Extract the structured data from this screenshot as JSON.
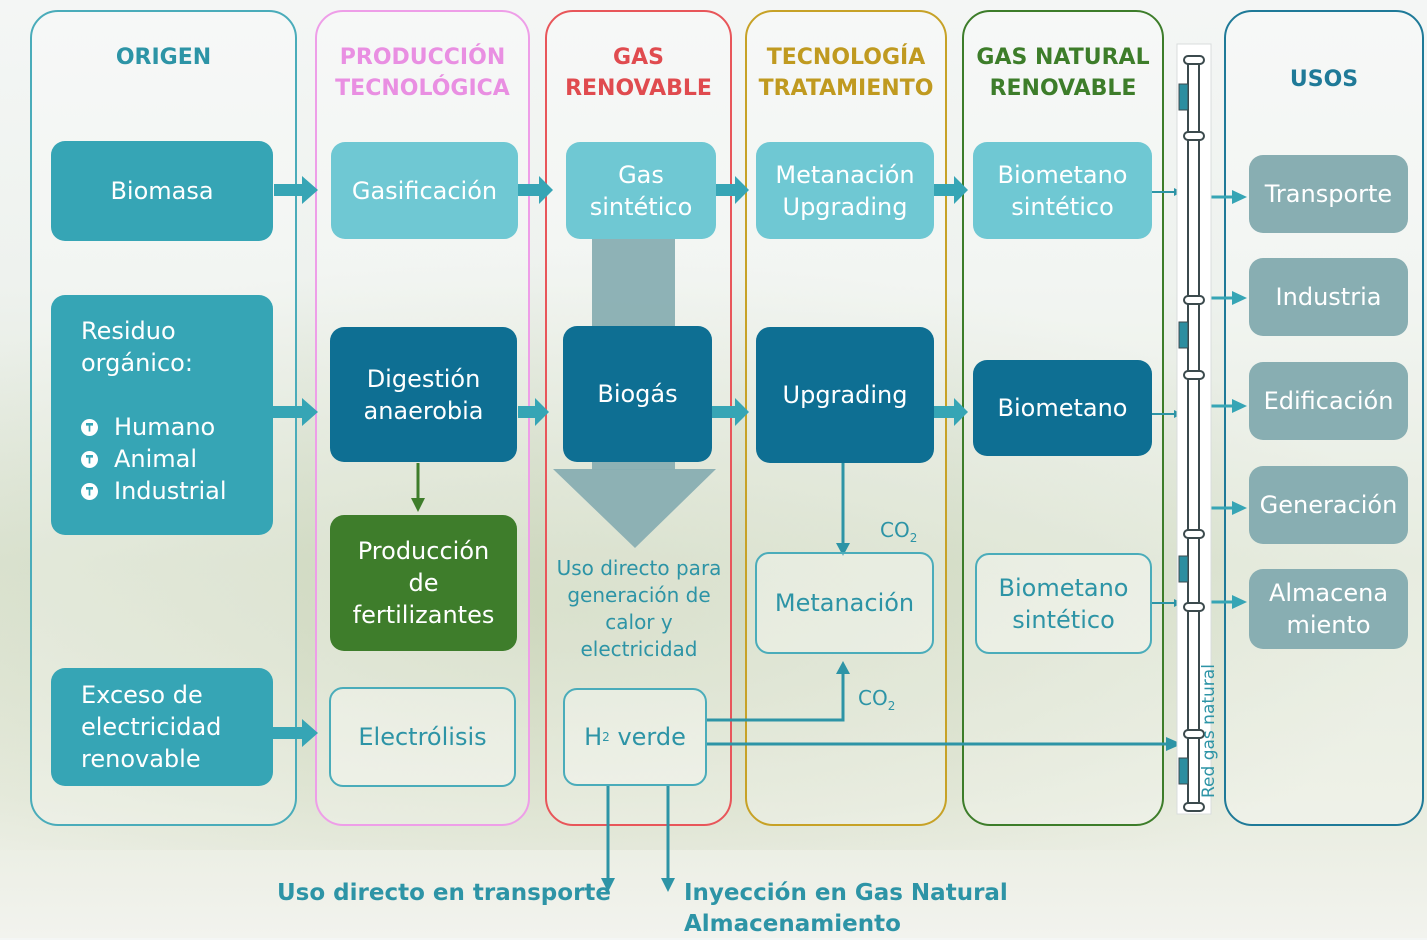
{
  "columns": {
    "origen": "ORIGEN",
    "produccion": [
      "PRODUCCIÓN",
      "TECNOLÓGICA"
    ],
    "gas_renovable": [
      "GAS",
      "RENOVABLE"
    ],
    "tecnologia": [
      "TECNOLOGÍA",
      "TRATAMIENTO"
    ],
    "gas_natural": [
      "GAS NATURAL",
      "RENOVABLE"
    ],
    "usos": "USOS"
  },
  "origen": {
    "biomasa": "Biomasa",
    "residuo": [
      "Residuo",
      "orgánico:"
    ],
    "residuo_items": [
      "Humano",
      "Animal",
      "Industrial"
    ],
    "exceso": [
      "Exceso de",
      "electricidad",
      "renovable"
    ]
  },
  "produccion": {
    "gasificacion": "Gasificación",
    "digestion": [
      "Digestión",
      "anaerobia"
    ],
    "fertilizantes": [
      "Producción",
      "de",
      "fertilizantes"
    ],
    "electrolisis": "Electrólisis"
  },
  "gas_renovable": {
    "gas_sintetico": [
      "Gas",
      "sintético"
    ],
    "biogas": "Biogás",
    "uso_directo": [
      "Uso directo para",
      "generación de",
      "calor y",
      "electricidad"
    ],
    "h2_prefix": "H",
    "h2_sub": "2",
    "h2_suffix": " verde"
  },
  "tecnologia": {
    "metanacion_upgrading": [
      "Metanación",
      "Upgrading"
    ],
    "upgrading": "Upgrading",
    "metanacion": "Metanación",
    "co2_top": "CO",
    "co2_bottom": "CO",
    "co2_sub": "2"
  },
  "gas_natural": {
    "biometano_sintetico_1": [
      "Biometano",
      "sintético"
    ],
    "biometano": "Biometano",
    "biometano_sintetico_2": [
      "Biometano",
      "sintético"
    ]
  },
  "red_gas": "Red gas natural",
  "usos": [
    "Transporte",
    "Industria",
    "Edificación",
    "Generación",
    [
      "Almacena",
      "miento"
    ]
  ],
  "bottom": {
    "transporte": "Uso directo en transporte",
    "inyeccion": [
      "Inyección en Gas Natural",
      "Almacenamiento"
    ]
  },
  "colors": {
    "teal": "#36a5b5",
    "dark": "#0e6f93",
    "light": "#6fc8d3",
    "green": "#3e7d2b",
    "gray": "#88aeb2",
    "arrow": "#2d94a6"
  }
}
